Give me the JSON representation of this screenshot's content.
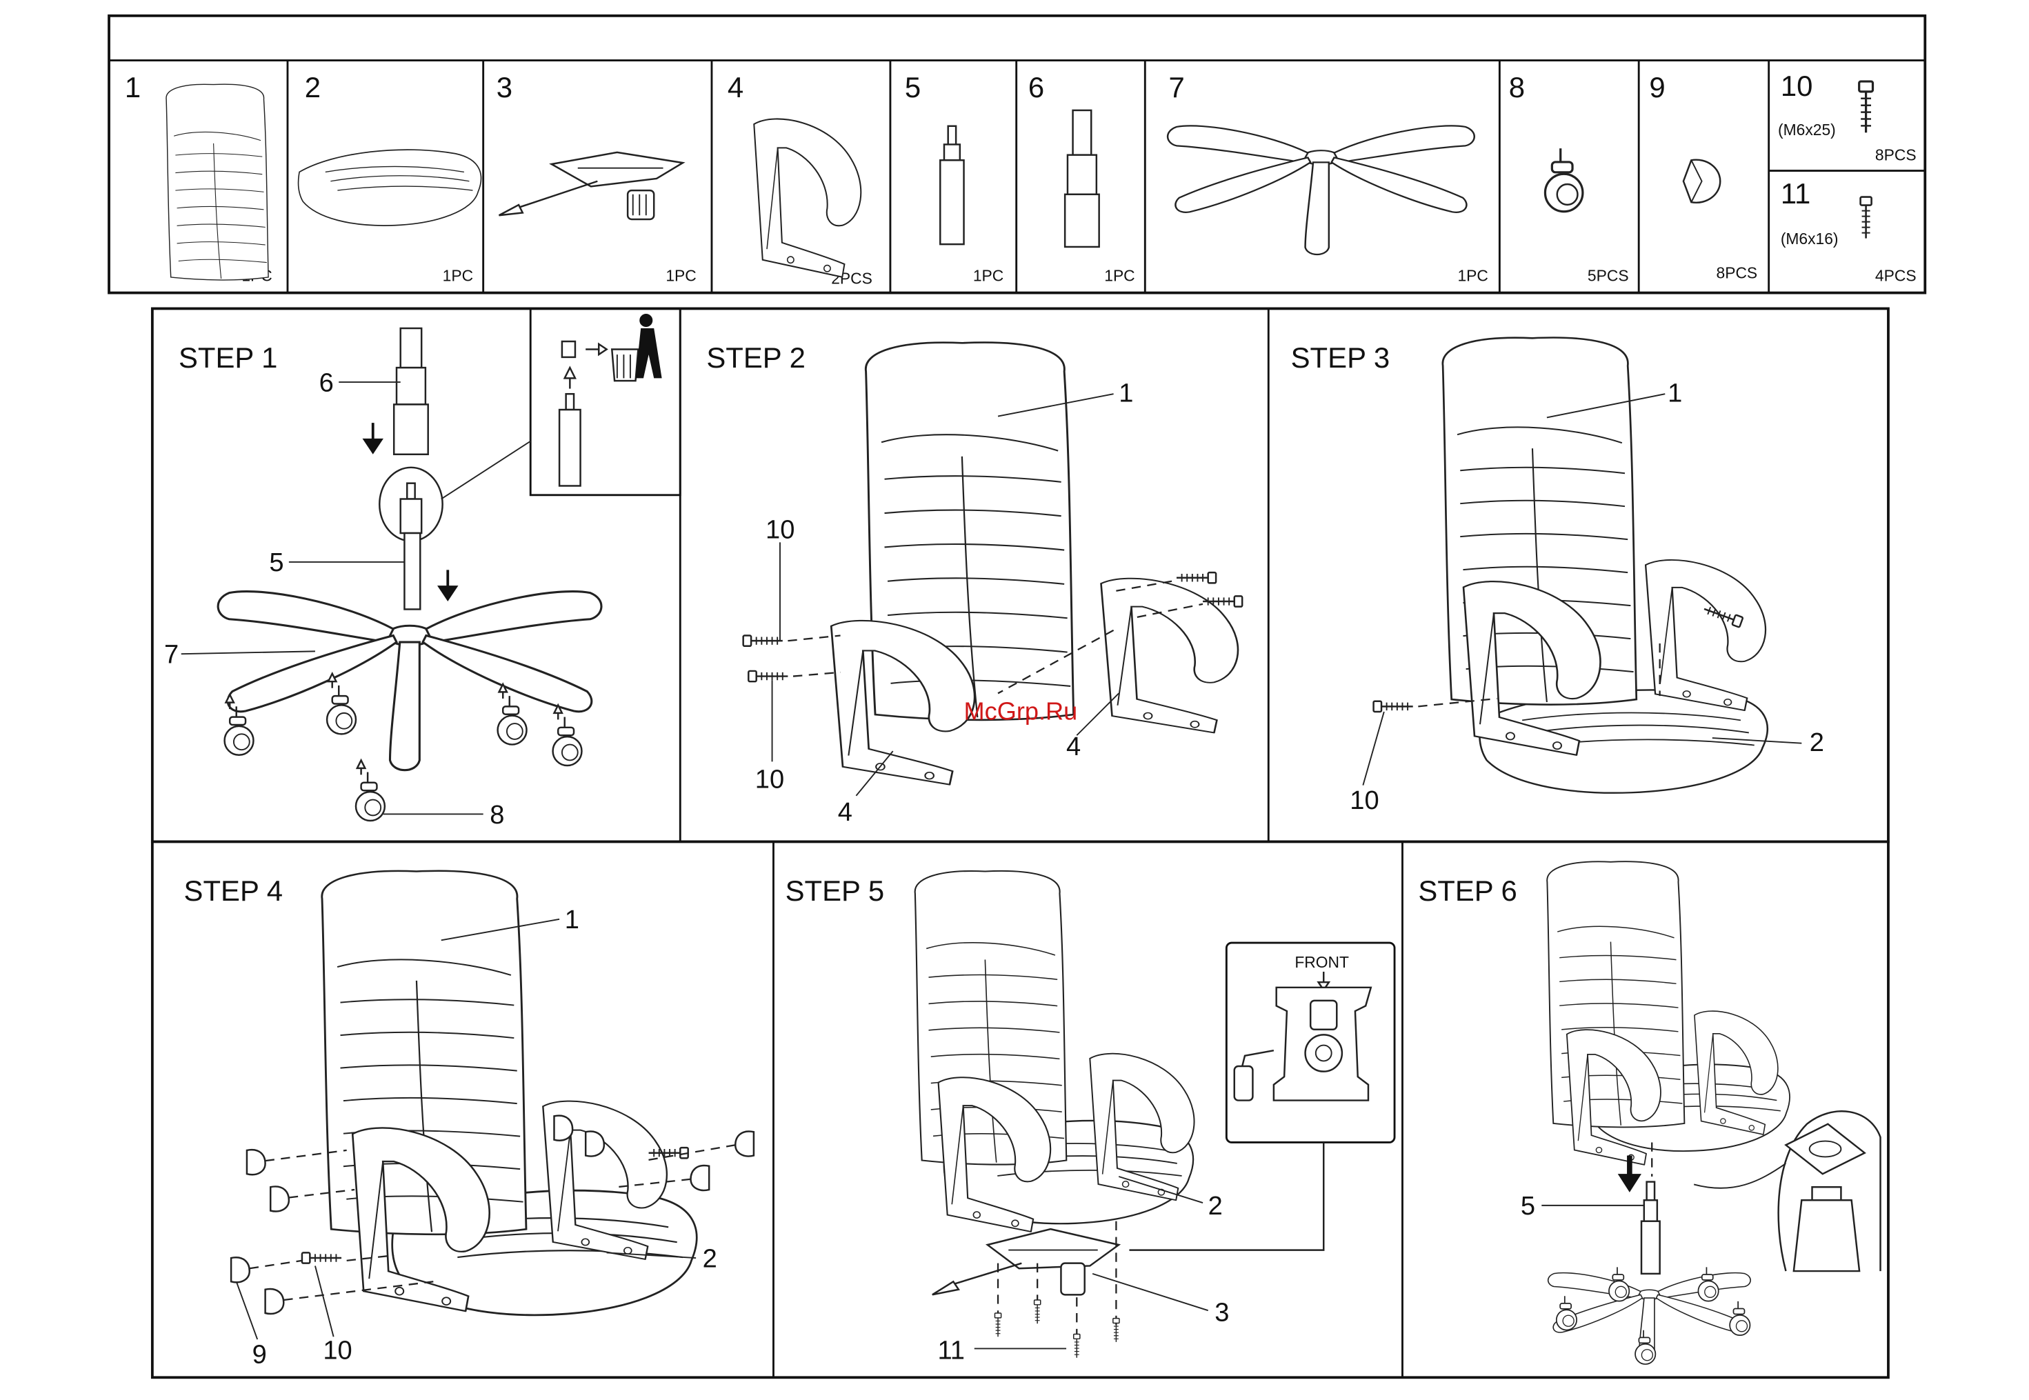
{
  "parts": [
    {
      "num": "1",
      "qty": "1PC",
      "icon": "chair-back-icon"
    },
    {
      "num": "2",
      "qty": "1PC",
      "icon": "seat-cushion-icon"
    },
    {
      "num": "3",
      "qty": "1PC",
      "icon": "tilt-mechanism-icon"
    },
    {
      "num": "4",
      "qty": "2PCS",
      "icon": "armrest-icon"
    },
    {
      "num": "5",
      "qty": "1PC",
      "icon": "gas-lift-icon"
    },
    {
      "num": "6",
      "qty": "1PC",
      "icon": "gas-lift-cover-icon"
    },
    {
      "num": "7",
      "qty": "1PC",
      "icon": "star-base-icon"
    },
    {
      "num": "8",
      "qty": "5PCS",
      "icon": "caster-wheel-icon"
    },
    {
      "num": "9",
      "qty": "8PCS",
      "icon": "screw-cap-icon"
    },
    {
      "num": "10",
      "spec": "(M6x25)",
      "qty": "8PCS",
      "icon": "screw-icon"
    },
    {
      "num": "11",
      "spec": "(M6x16)",
      "qty": "4PCS",
      "icon": "screw-icon"
    }
  ],
  "steps": [
    {
      "title": "STEP 1",
      "labels": [
        "6",
        "5",
        "7",
        "8"
      ]
    },
    {
      "title": "STEP 2",
      "labels": [
        "1",
        "10",
        "10",
        "4",
        "4"
      ]
    },
    {
      "title": "STEP 3",
      "labels": [
        "1",
        "2",
        "10"
      ]
    },
    {
      "title": "STEP 4",
      "labels": [
        "1",
        "2",
        "9",
        "10"
      ]
    },
    {
      "title": "STEP 5",
      "labels": [
        "2",
        "3",
        "11"
      ],
      "inset_label": "FRONT"
    },
    {
      "title": "STEP 6",
      "labels": [
        "5"
      ]
    }
  ],
  "watermark": "McGrp.Ru"
}
